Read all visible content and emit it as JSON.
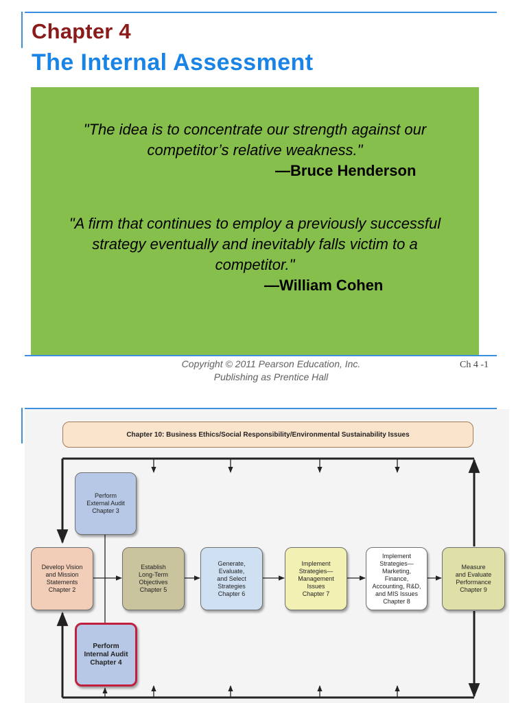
{
  "slide1": {
    "chapter_label": "Chapter 4",
    "title": "The Internal Assessment",
    "quote1": {
      "line1": "\"The idea is to concentrate our strength against our",
      "line2": "competitor’s relative weakness.\"",
      "author": "—Bruce Henderson"
    },
    "quote2": {
      "line1": "\"A firm that continues to employ a previously successful",
      "line2": "strategy eventually and inevitably falls victim to a",
      "line3": "competitor.\"",
      "author": "—William Cohen"
    },
    "footer": {
      "copyright_line1": "Copyright © 2011 Pearson Education, Inc.",
      "copyright_line2": "Publishing as Prentice Hall",
      "slide_number": "Ch 4 -1"
    },
    "colors": {
      "title_red": "#8b1a1a",
      "title_blue": "#1a83e6",
      "quote_green": "#86bf4c",
      "rule_blue": "#3a8fe0"
    }
  },
  "slide2": {
    "ethics_bar": "Chapter 10: Business Ethics/Social Responsibility/Environmental Sustainability Issues",
    "nodes": {
      "external_audit": "Perform\nExternal Audit\nChapter 3",
      "vision_mission": "Develop Vision\nand Mission\nStatements\nChapter 2",
      "long_term_objectives": "Establish\nLong-Term\nObjectives\nChapter 5",
      "select_strategies": "Generate,\nEvaluate,\nand Select\nStrategies\nChapter 6",
      "implement_management": "Implement\nStrategies—\nManagement\nIssues\nChapter 7",
      "implement_marketing": "Implement\nStrategies—\nMarketing,\nFinance,\nAccounting, R&D,\nand MIS Issues\nChapter 8",
      "measure_evaluate": "Measure\nand Evaluate\nPerformance\nChapter 9",
      "internal_audit": "Perform\nInternal Audit\nChapter 4"
    },
    "colors": {
      "ethics": "#fbe4cc",
      "audit_blue": "#b6c8e6",
      "vision_pink": "#f2cdb8",
      "objectives_olive": "#c9c49e",
      "strategies_blue": "#cfe0f2",
      "management_yellow": "#f3f0b4",
      "marketing_white": "#ffffff",
      "measure_olive": "#dfe0a8",
      "highlight_red": "#c02040"
    }
  }
}
